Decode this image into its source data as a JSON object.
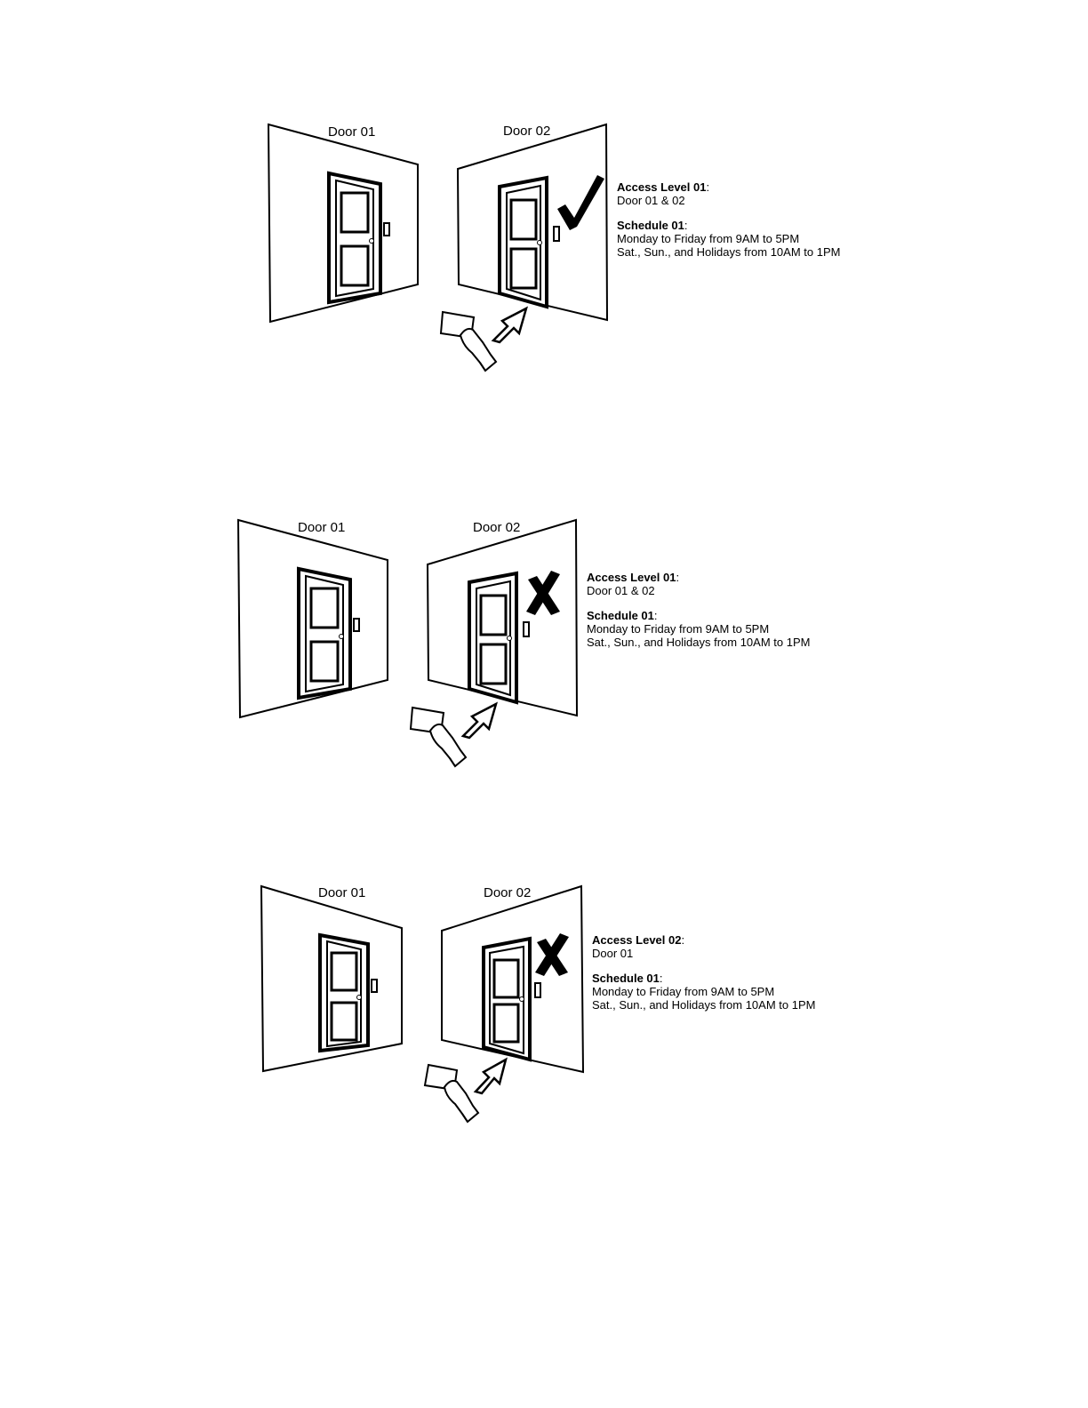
{
  "scenes": [
    {
      "result": "granted",
      "result_icon": "checkmark-icon",
      "door1_label": "Door 01",
      "door2_label": "Door 02",
      "access_level_title": "Access Level 01",
      "access_level_doors": "Door 01 & 02",
      "schedule_title": "Schedule 01",
      "schedule_line1": "Monday to Friday from 9AM to 5PM",
      "schedule_line2": "Sat., Sun., and Holidays  from 10AM to 1PM"
    },
    {
      "result": "denied",
      "result_icon": "cross-icon",
      "door1_label": "Door 01",
      "door2_label": "Door 02",
      "access_level_title": "Access Level 01",
      "access_level_doors": "Door 01 & 02",
      "schedule_title": "Schedule 01",
      "schedule_line1": "Monday to Friday from 9AM to 5PM",
      "schedule_line2": "Sat., Sun., and Holidays from 10AM to 1PM"
    },
    {
      "result": "denied",
      "result_icon": "cross-icon",
      "door1_label": "Door 01",
      "door2_label": "Door 02",
      "access_level_title": "Access Level 02",
      "access_level_doors": "Door 01",
      "schedule_title": "Schedule 01",
      "schedule_line1": "Monday to Friday from 9AM to 5PM",
      "schedule_line2": "Sat., Sun., and Holidays from 10AM to 1PM"
    }
  ]
}
